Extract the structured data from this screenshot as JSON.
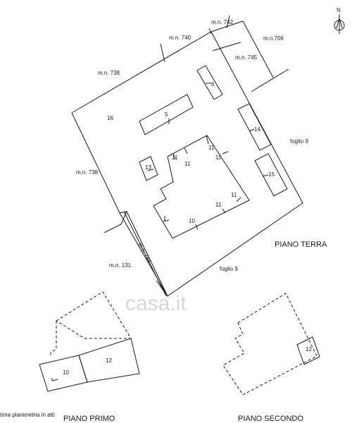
{
  "parcels": {
    "mn740": "m.n. 740",
    "mn742": "m.n. 742",
    "mn706": "m.n.706",
    "mn745": "m.n. 745",
    "mn738_top": "m.n. 738",
    "mn738_left": "m.n. 738",
    "mn131": "m.n. 131",
    "mn744": "m.n. 744",
    "foglio_right": "foglio 9",
    "foglio_bottom": "foglio 9"
  },
  "units": {
    "u5": "5",
    "u6": "6",
    "u10": "10",
    "u11a": "11",
    "u11b": "11",
    "u11c": "11",
    "u11d": "11",
    "u11e": "11",
    "u12_primo": "12",
    "u12_secondo": "12",
    "u13": "13",
    "u14": "14",
    "u15": "15",
    "u16": "16",
    "u10_primo": "10"
  },
  "floors": {
    "terra": "PIANO TERRA",
    "primo": "PIANO PRIMO",
    "secondo": "PIANO SECONDO"
  },
  "footer_note": "tima planimetria in atti",
  "compass": {
    "north": "N"
  },
  "watermark": "casa.it"
}
